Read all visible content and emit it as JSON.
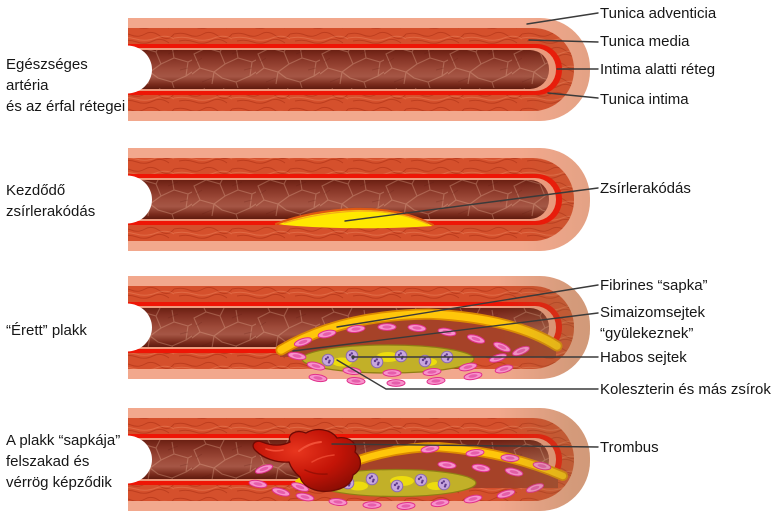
{
  "diagram": {
    "stages": [
      {
        "left_label": "Egészséges artéria\nés az érfal rétegei",
        "annotations": [
          "Tunica adventicia",
          "Tunica media",
          "Intima alatti réteg",
          "Tunica intima"
        ]
      },
      {
        "left_label": "Kezdődő\nzsírlerakódás",
        "annotations": [
          "Zsírlerakódás"
        ]
      },
      {
        "left_label": "“Érett” plakk",
        "annotations": [
          "Fibrines “sapka”",
          "Simaizomsejtek\n“gyülekeznek”",
          "Habos sejtek",
          "Koleszterin és más zsírok"
        ]
      },
      {
        "left_label": "A plakk “sapkája”\nfelszakad és\nvérrög képződik",
        "annotations": [
          "Trombus"
        ]
      }
    ],
    "colors": {
      "background": "#FFFFFF",
      "text": "#161616",
      "leader_line": "#3A3A3A",
      "adventitia": "#F2A88D",
      "media": "#D5502C",
      "elastic_line": "#EE1606",
      "intima": "#EF9B7E",
      "lumen_dark": "#6B2013",
      "lumen_mid": "#A55645",
      "fat": "#FFE800",
      "fat_edge": "#E05A10",
      "cap": "#FFC60A",
      "cap_edge": "#DD8C00",
      "plaque_interior": "#A64228",
      "core": "#C2B028",
      "core_yellow": "#F2E10A",
      "foam_cell": "#C7A6DD",
      "foam_nucleus": "#5E3A8C",
      "muscle_cell": "#F792CB",
      "muscle_cell_edge": "#E0308C",
      "thrombus": "#C41407",
      "thrombus_dark": "#7E0B03"
    }
  }
}
